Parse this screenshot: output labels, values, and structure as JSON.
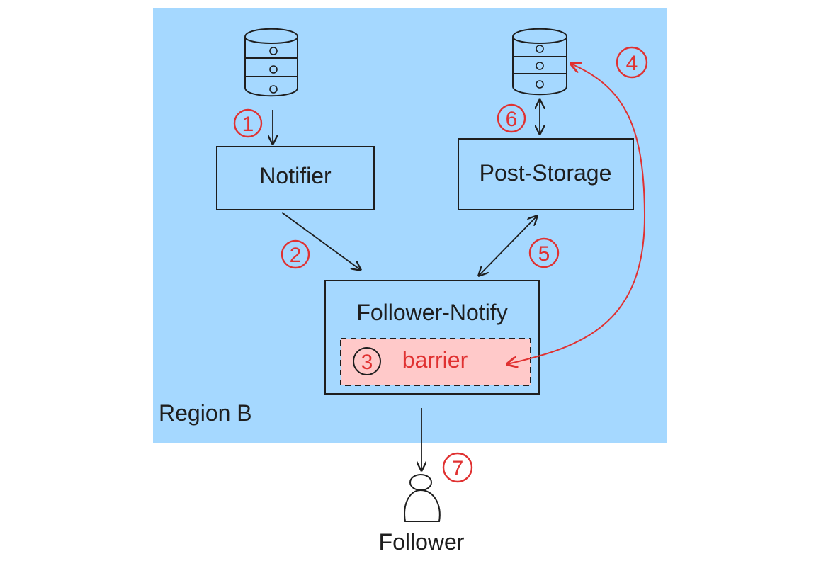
{
  "region": {
    "label": "Region B"
  },
  "nodes": {
    "notifier": "Notifier",
    "post_storage": "Post-Storage",
    "follower_notify": "Follower-Notify",
    "barrier": "barrier",
    "follower": "Follower"
  },
  "steps": [
    "1",
    "2",
    "3",
    "4",
    "5",
    "6",
    "7"
  ],
  "icons": {
    "db_left": "database-icon",
    "db_right": "database-icon",
    "follower": "person-icon"
  },
  "colors": {
    "region_fill": "#a5d8ff",
    "barrier_fill": "#ffc9c9",
    "accent_red": "#e03131",
    "stroke": "#1e1e1e"
  }
}
